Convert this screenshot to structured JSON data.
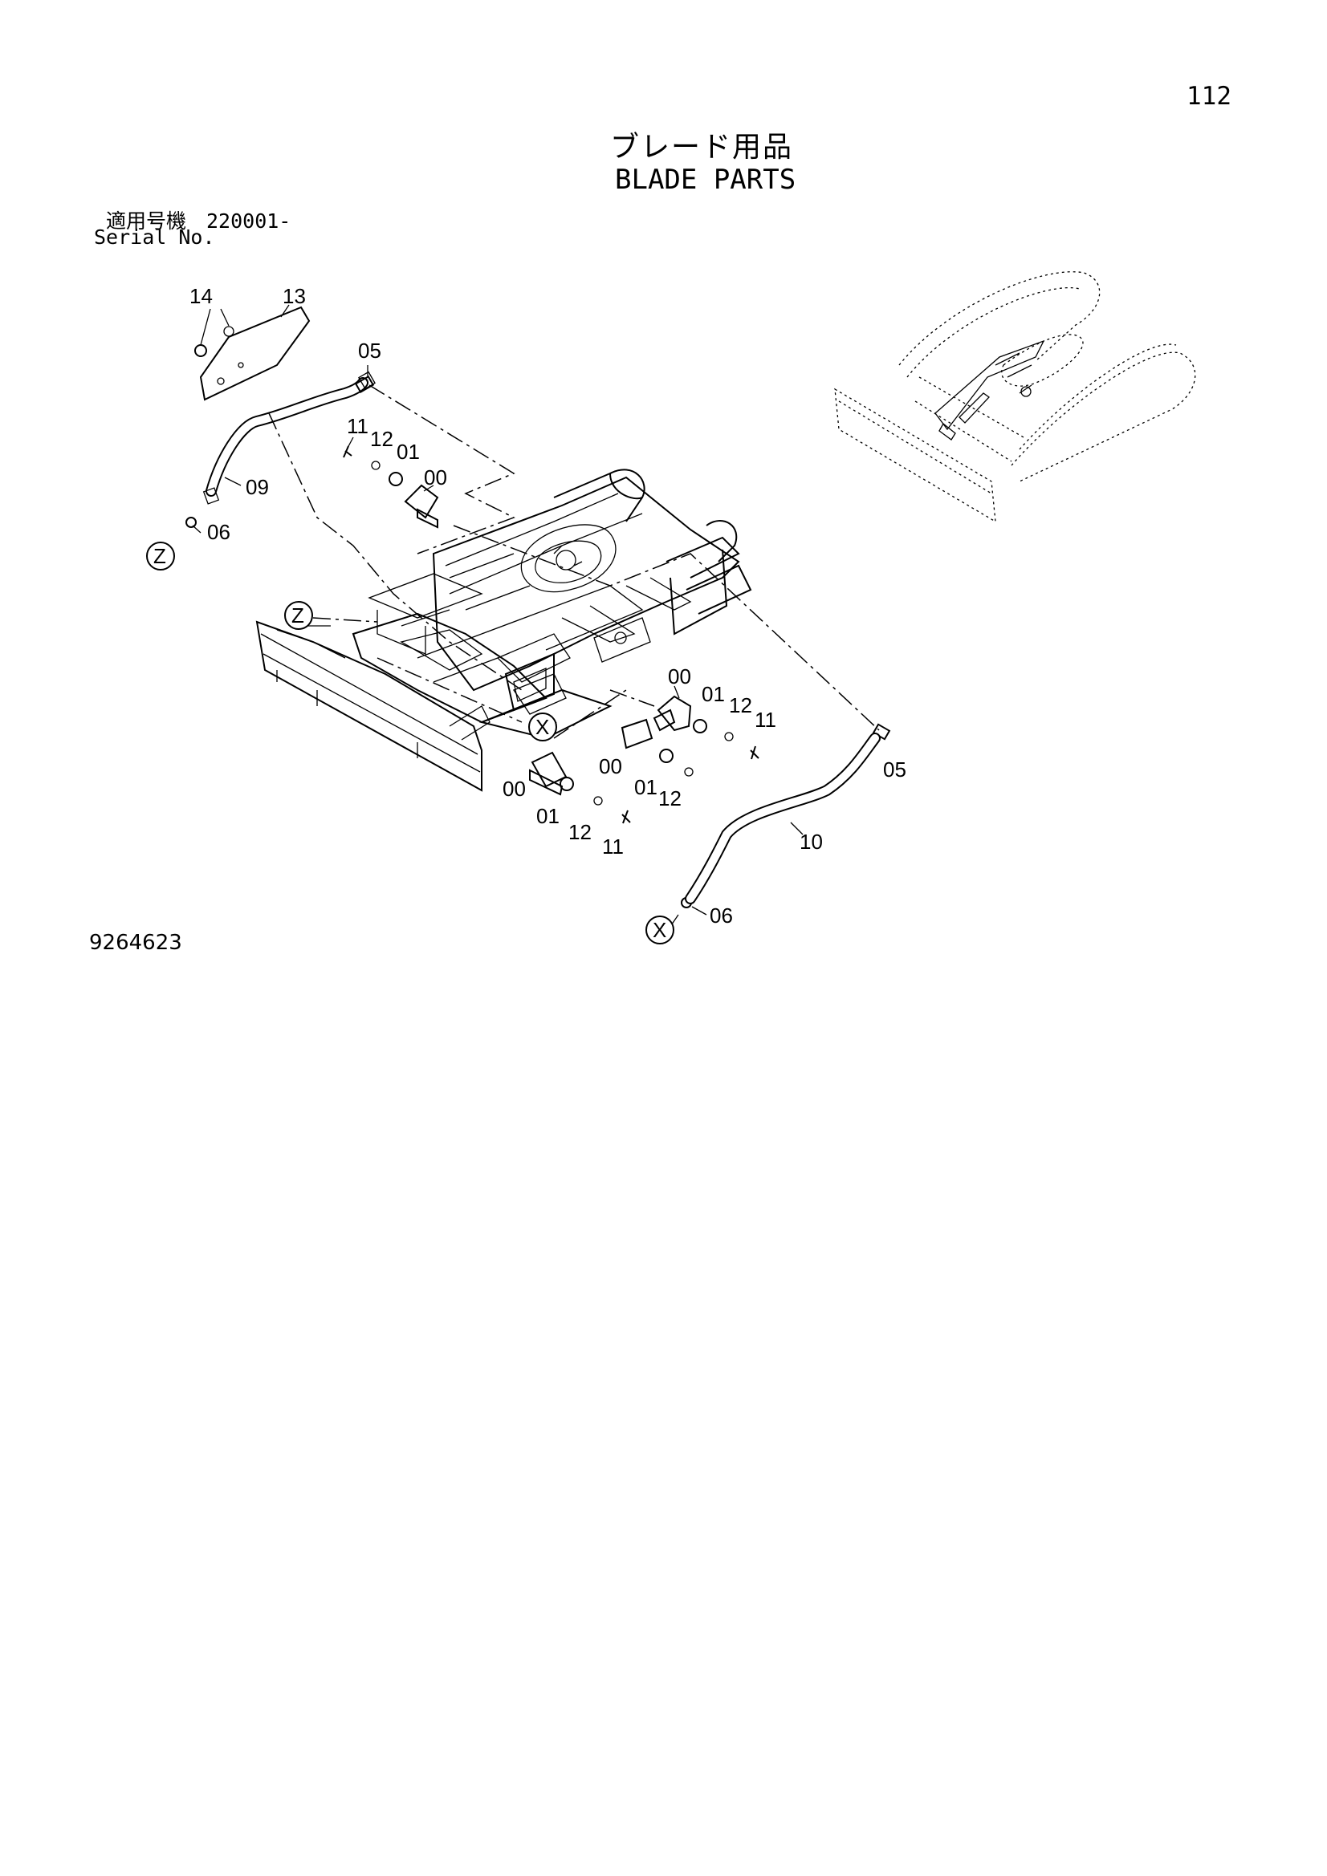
{
  "header": {
    "page_number": "112",
    "title_jp": "ブレード用品",
    "title_en": "BLADE PARTS"
  },
  "serial": {
    "jp": "適用号機　220001-",
    "en": "Serial No."
  },
  "footer": {
    "doc_number": "9264623"
  },
  "callouts": {
    "c14": "14",
    "c13": "13",
    "c05a": "05",
    "c11a": "11",
    "c12a": "12",
    "c01a": "01",
    "c00a": "00",
    "c09": "09",
    "c06a": "06",
    "zA": "Z",
    "zB": "Z",
    "c00b": "00",
    "c01b": "01",
    "c12b": "12",
    "c11b": "11",
    "c00c": "00",
    "c01c": "01",
    "c12c": "12",
    "c05b": "05",
    "c00d": "00",
    "c01d": "01",
    "c12d": "12",
    "c11d": "11",
    "xA": "X",
    "c10": "10",
    "xB": "X",
    "c06b": "06"
  }
}
